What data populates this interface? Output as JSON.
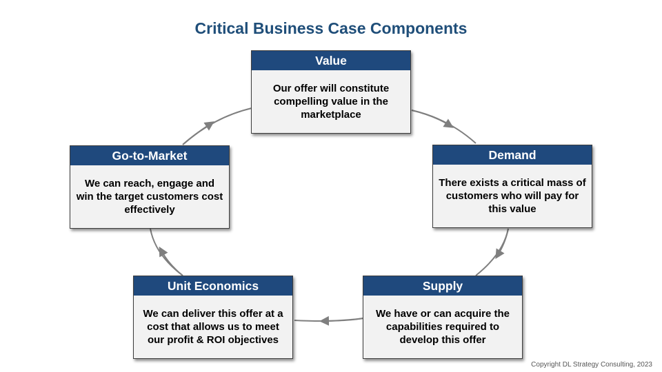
{
  "title": "Critical Business Case Components",
  "colors": {
    "title": "#1f4e79",
    "header": "#1f497d",
    "card_bg": "#f2f2f2",
    "arrow": "#7f7f7f"
  },
  "components": {
    "value": {
      "heading": "Value",
      "text": "Our offer will constitute compelling value in the marketplace"
    },
    "demand": {
      "heading": "Demand",
      "text": "There exists a critical mass of customers who will pay for this value"
    },
    "supply": {
      "heading": "Supply",
      "text": "We have or can acquire the capabilities required to develop this offer"
    },
    "unit_economics": {
      "heading": "Unit Economics",
      "text": "We can deliver this offer at a cost that allows us to meet our profit  & ROI objectives"
    },
    "go_to_market": {
      "heading": "Go-to-Market",
      "text": "We can reach, engage and win the target customers cost effectively"
    }
  },
  "copyright": "Copyright DL Strategy Consulting, 2023"
}
